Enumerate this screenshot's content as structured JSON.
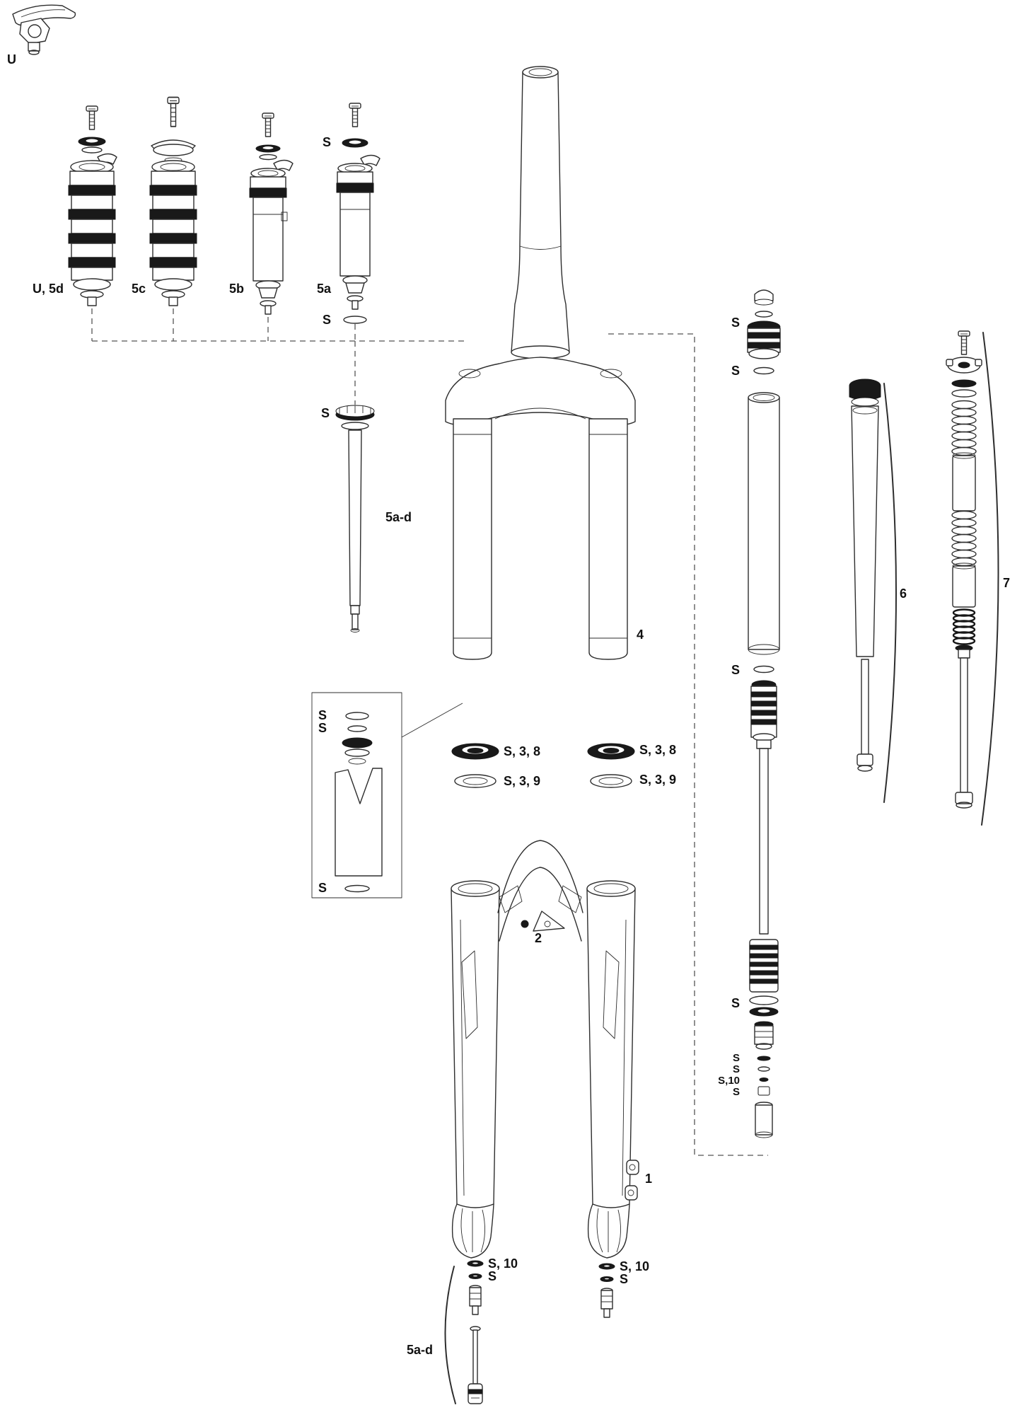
{
  "diagram": {
    "colors": {
      "ink": "#2e2e2e",
      "paper": "#ffffff"
    },
    "callouts": {
      "remote_lever": "U",
      "damper_u_5d": "U, 5d",
      "damper_5c": "5c",
      "damper_5b": "5b",
      "damper_5a": "5a",
      "damper_group": "5a-d",
      "part_4": "4",
      "part_1": "1",
      "part_2": "2",
      "part_6": "6",
      "part_7": "7",
      "service": "S",
      "service_3_8": "S, 3, 8",
      "service_3_9": "S, 3, 9",
      "service_10": "S, 10",
      "service_10_tight": "S,10"
    }
  }
}
